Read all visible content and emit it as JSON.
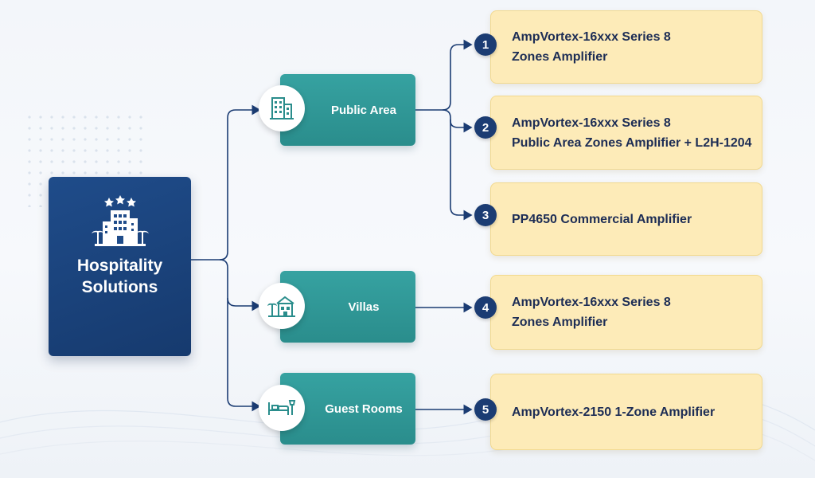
{
  "root": {
    "line1": "Hospitality",
    "line2": "Solutions"
  },
  "categories": [
    {
      "label": "Public Area",
      "icon": "office-building-icon"
    },
    {
      "label": "Villas",
      "icon": "villa-icon"
    },
    {
      "label": "Guest Rooms",
      "icon": "bed-icon"
    }
  ],
  "products": [
    {
      "number": "1",
      "line1": "AmpVortex-16xxx Series 8",
      "line2": "Zones Amplifier"
    },
    {
      "number": "2",
      "line1": "AmpVortex-16xxx Series 8",
      "line2": "Public Area Zones Amplifier + L2H-1204"
    },
    {
      "number": "3",
      "line1": "PP4650 Commercial Amplifier",
      "line2": ""
    },
    {
      "number": "4",
      "line1": "AmpVortex-16xxx Series 8",
      "line2": "Zones Amplifier"
    },
    {
      "number": "5",
      "line1": "AmpVortex-2150 1-Zone Amplifier",
      "line2": ""
    }
  ],
  "colors": {
    "root": "#1f4c8a",
    "category": "#36a2a1",
    "card": "#fdebb8",
    "badge": "#1b3c73",
    "connector": "#1b3c73"
  }
}
